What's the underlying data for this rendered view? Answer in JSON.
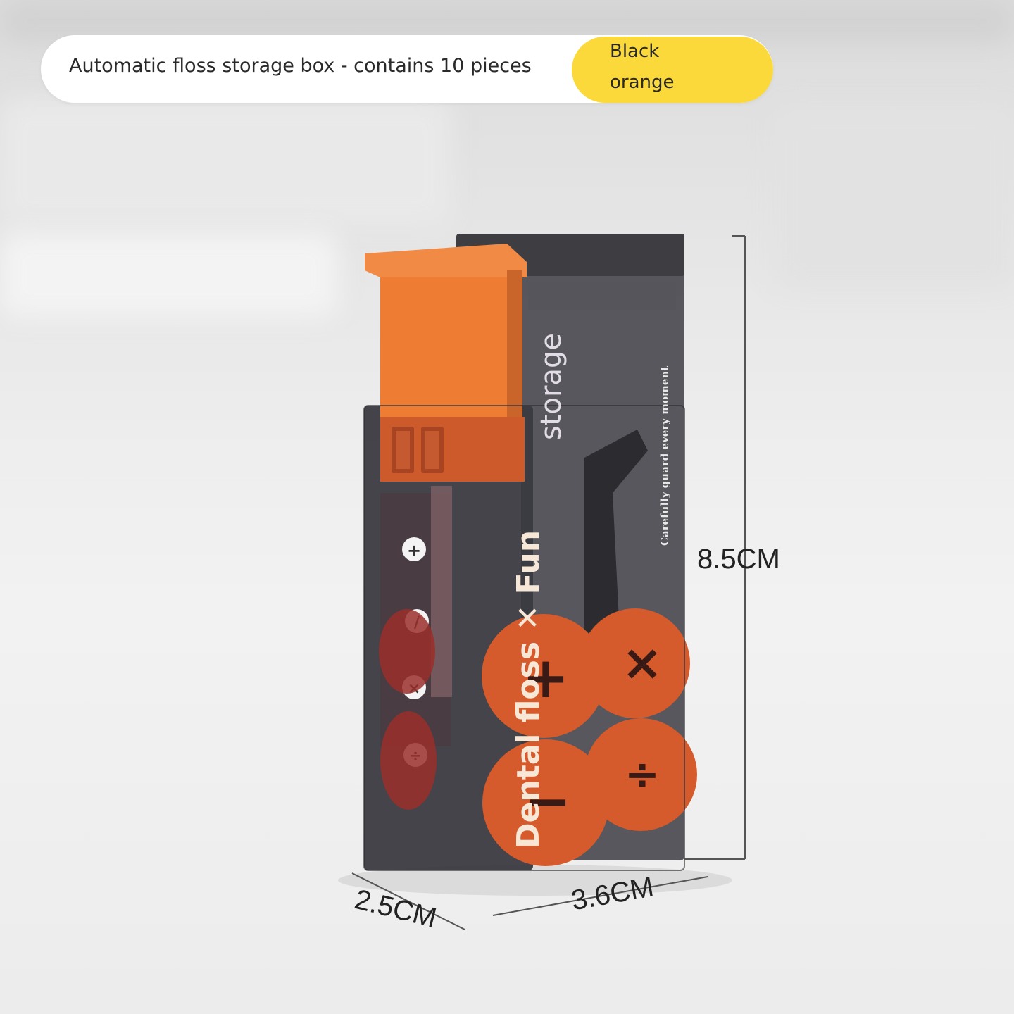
{
  "header": {
    "title": "Automatic floss storage box - contains 10 pieces",
    "color_option": {
      "line1": "Black",
      "line2": "orange"
    }
  },
  "product": {
    "front_text": "Dental floss ✕ Fun",
    "side_text": "storage",
    "tagline": "Carefully guard every moment"
  },
  "dimensions": {
    "height": "8.5CM",
    "width": "3.6CM",
    "depth": "2.5CM"
  },
  "colors": {
    "accent_orange": "#e8793a",
    "body_dark": "#3a3a3e",
    "pill_yellow": "#fbd93a"
  }
}
